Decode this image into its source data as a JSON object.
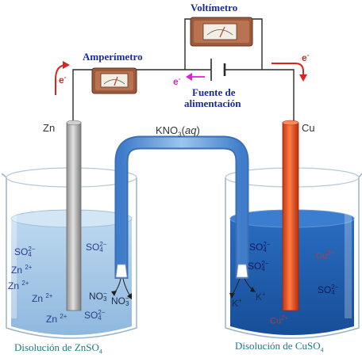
{
  "labels": {
    "voltmeter": "Voltímetro",
    "ammeter": "Amperímetro",
    "power_supply_line1": "Fuente de",
    "power_supply_line2": "alimentación",
    "electron": "e",
    "electron_charge": "-",
    "zn_electrode": "Zn",
    "cu_electrode": "Cu",
    "salt_bridge_prefix": "KNO",
    "salt_bridge_sub": "3",
    "salt_bridge_state": "aq",
    "left_solution_prefix": "Disolución de ZnSO",
    "left_solution_sub": "4",
    "right_solution_prefix": "Disolución de CuSO",
    "right_solution_sub": "4"
  },
  "ions": {
    "so4_base": "SO",
    "so4_sub": "4",
    "so4_charge": "2−",
    "zn_base": "Zn",
    "zn_charge": "2+",
    "no3_base": "NO",
    "no3_sub": "3",
    "no3_charge": "−",
    "k_base": "K",
    "k_charge": "+",
    "cu_base": "Cu",
    "cu_charge": "2+"
  },
  "colors": {
    "electron_red": "#d8261e",
    "electron_magenta": "#e020d0",
    "zn_solution": "#a9cbe6",
    "cu_solution": "#1f5fb0",
    "zn_electrode": "#a8a8a8",
    "cu_electrode": "#e2501f",
    "meter_body": "#9c5a3a",
    "label_blue": "#1c2a9e",
    "caption_teal": "#1b7a86"
  },
  "icons": [
    "voltmeter-icon",
    "ammeter-icon",
    "power-supply-icon",
    "electron-arrow-icon"
  ]
}
